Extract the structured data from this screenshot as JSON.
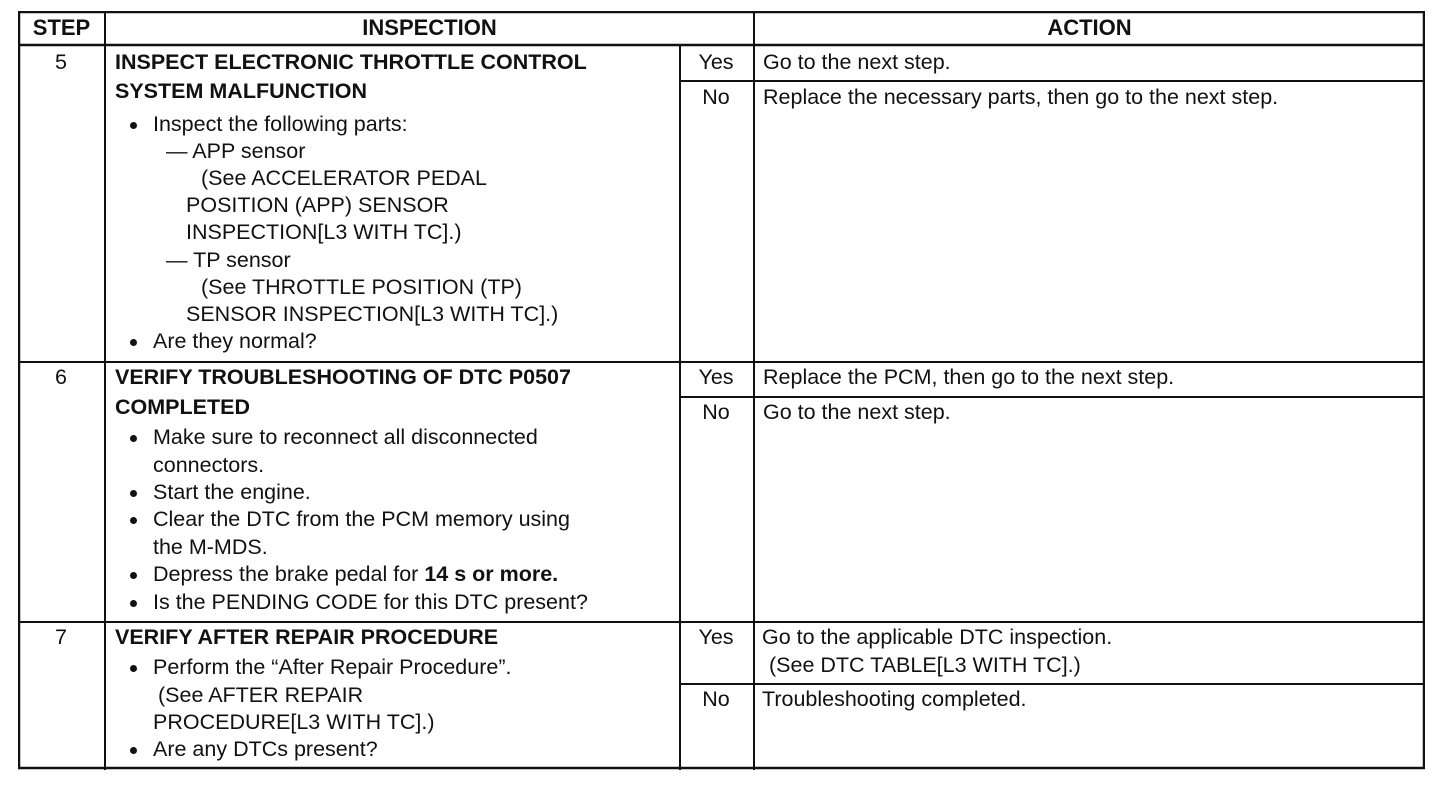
{
  "header": {
    "step": "STEP",
    "inspection": "INSPECTION",
    "action": "ACTION"
  },
  "rows": [
    {
      "step": "5",
      "title": [
        "INSPECT ELECTRONIC THROTTLE CONTROL",
        "SYSTEM MALFUNCTION"
      ],
      "lines": [
        "Inspect the following parts:",
        "— APP sensor",
        "(See ACCELERATOR PEDAL",
        "POSITION (APP) SENSOR",
        "INSPECTION[L3 WITH TC].)",
        "— TP sensor",
        "(See THROTTLE POSITION (TP)",
        "SENSOR INSPECTION[L3 WITH TC].)",
        "Are they normal?"
      ],
      "yes_label": "Yes",
      "yes_action": [
        "Go to the next step."
      ],
      "no_label": "No",
      "no_action": [
        "Replace the necessary parts, then go to the next step."
      ]
    },
    {
      "step": "6",
      "title": [
        "VERIFY TROUBLESHOOTING OF DTC P0507",
        "COMPLETED"
      ],
      "lines": [
        "Make sure to reconnect all disconnected",
        "connectors.",
        "Start the engine.",
        "Clear the DTC from the PCM memory using",
        "the M-MDS.",
        "Depress the brake pedal for",
        "14 s or more.",
        "Is the PENDING CODE for this DTC present?"
      ],
      "yes_label": "Yes",
      "yes_action": [
        "Replace the PCM, then go to the next step."
      ],
      "no_label": "No",
      "no_action": [
        "Go to the next step."
      ]
    },
    {
      "step": "7",
      "title": [
        "VERIFY AFTER REPAIR PROCEDURE"
      ],
      "lines": [
        "Perform the “After Repair Procedure”.",
        "(See AFTER REPAIR",
        "PROCEDURE[L3 WITH TC].)",
        "Are any DTCs present?"
      ],
      "yes_label": "Yes",
      "yes_action": [
        "Go to the applicable DTC inspection.",
        "(See DTC TABLE[L3 WITH TC].)"
      ],
      "no_label": "No",
      "no_action": [
        "Troubleshooting completed."
      ]
    }
  ]
}
